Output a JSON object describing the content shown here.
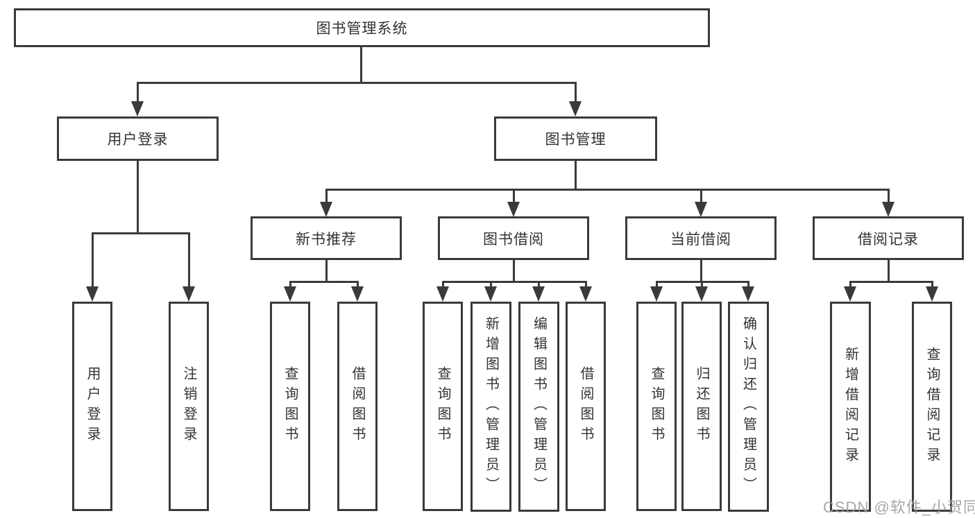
{
  "watermark": "CSDN @软件_小贺同学",
  "colors": {
    "line": "#3a3a3a",
    "text": "#333333",
    "watermark": "#9b9b9b",
    "background": "#ffffff"
  },
  "tree": {
    "root": {
      "label": "图书管理系统"
    },
    "branches": [
      {
        "label": "用户登录",
        "children": [
          {
            "label": "用户登录"
          },
          {
            "label": "注销登录"
          }
        ]
      },
      {
        "label": "图书管理",
        "children": [
          {
            "label": "新书推荐",
            "children": [
              {
                "label": "查询图书"
              },
              {
                "label": "借阅图书"
              }
            ]
          },
          {
            "label": "图书借阅",
            "children": [
              {
                "label": "查询图书"
              },
              {
                "label": "新增图书（管理员）"
              },
              {
                "label": "编辑图书（管理员）"
              },
              {
                "label": "借阅图书"
              }
            ]
          },
          {
            "label": "当前借阅",
            "children": [
              {
                "label": "查询图书"
              },
              {
                "label": "归还图书"
              },
              {
                "label": "确认归还（管理员）"
              }
            ]
          },
          {
            "label": "借阅记录",
            "children": [
              {
                "label": "新增借阅记录"
              },
              {
                "label": "查询借阅记录"
              }
            ]
          }
        ]
      }
    ]
  }
}
